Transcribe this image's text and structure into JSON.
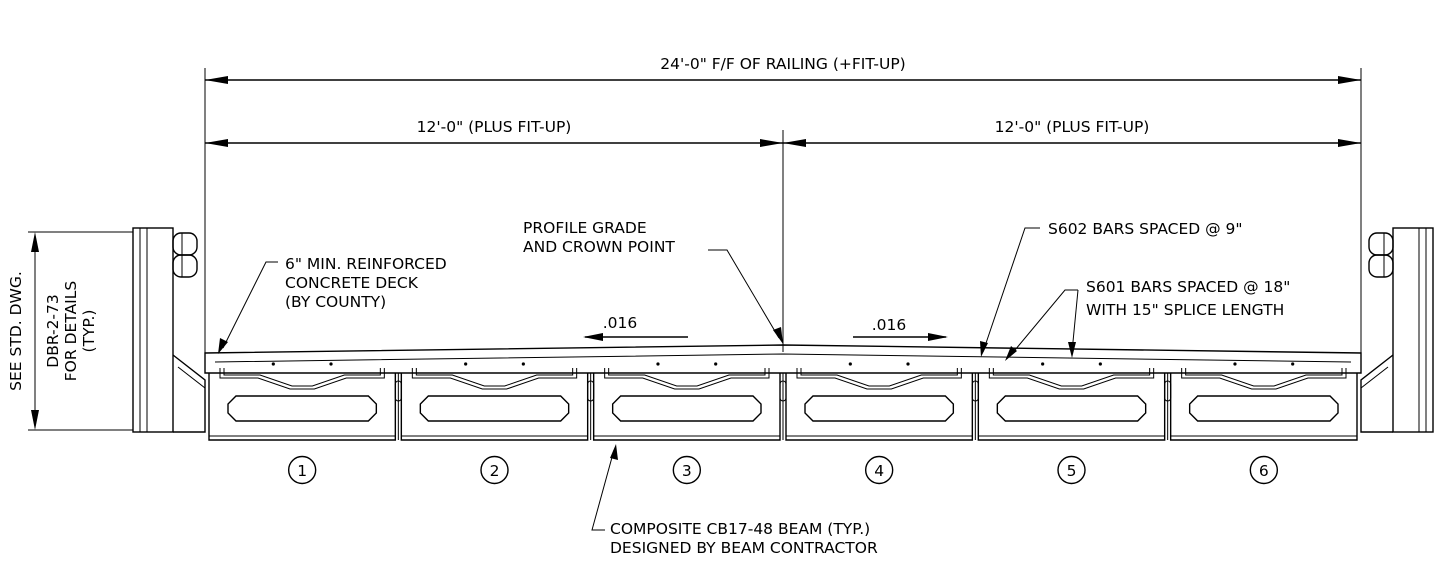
{
  "dimensions": {
    "overall": "24'-0\" F/F OF RAILING (+FIT-UP)",
    "left_half": "12'-0\" (PLUS FIT-UP)",
    "right_half": "12'-0\" (PLUS FIT-UP)"
  },
  "side_note": {
    "lines": [
      "SEE STD. DWG.",
      "DBR-2-73",
      "FOR DETAILS",
      "(TYP.)"
    ]
  },
  "callouts": {
    "deck": [
      "6\" MIN. REINFORCED",
      "CONCRETE DECK",
      "(BY COUNTY)"
    ],
    "profile": [
      "PROFILE GRADE",
      "AND CROWN POINT"
    ],
    "s602": "S602 BARS SPACED @ 9\"",
    "s601": [
      "S601 BARS SPACED @ 18\"",
      "WITH 15\" SPLICE LENGTH"
    ],
    "beam": [
      "COMPOSITE CB17-48 BEAM (TYP.)",
      "DESIGNED BY BEAM CONTRACTOR"
    ]
  },
  "slopes": {
    "left": ".016",
    "right": ".016"
  },
  "beam_numbers": [
    "1",
    "2",
    "3",
    "4",
    "5",
    "6"
  ]
}
